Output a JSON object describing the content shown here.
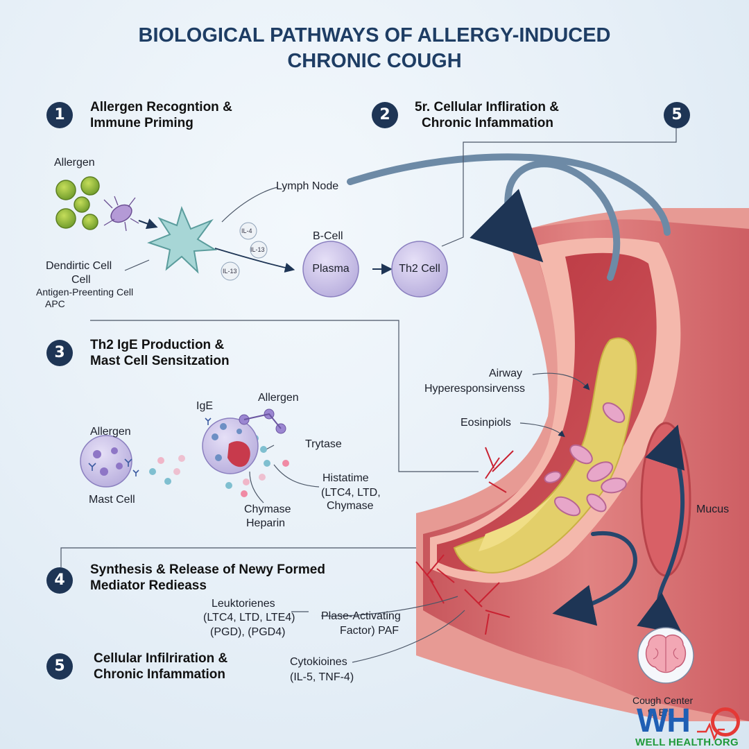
{
  "title": {
    "line1": "BIOLOGICAL PATHWAYS OF ALLERGY-INDUCED",
    "line2": "CHRONIC COUGH"
  },
  "steps": [
    {
      "num": "1",
      "line1": "Allergen Recogntion &",
      "line2": "Immune Priming"
    },
    {
      "num": "2",
      "line1": "5r. Cellular Infliration &",
      "line2": "Chronic Infammation"
    },
    {
      "num": "5"
    },
    {
      "num": "3",
      "line1": "Th2 IgE Production &",
      "line2": "Mast Cell Sensitzation"
    },
    {
      "num": "4",
      "line1": "Synthesis & Release of Newy Formed",
      "line2": "Mediator Redieass"
    },
    {
      "num": "5",
      "line1": "Cellular Infilriration &",
      "line2": "Chronic Infammation"
    }
  ],
  "panel1": {
    "allergen": "Allergen",
    "lymph_node": "Lymph Node",
    "dendritic_l1": "Dendirtic Cell",
    "dendritic_l2": "Cell",
    "apc_l1": "Antigen-Preenting Cell",
    "apc_l2": "APC",
    "il4": "IL-4",
    "il13a": "IL-13",
    "il13b": "IL-13",
    "b_cell": "B-Cell",
    "plasma": "Plasma",
    "th2": "Th2 Cell"
  },
  "panel3": {
    "allergen_left": "Allergen",
    "mast_cell": "Mast Cell",
    "ige": "IgE",
    "allergen_top": "Allergen",
    "trytase": "Trytase",
    "histatime_l1": "Histatime",
    "histatime_l2": "(LTC4, LTD,",
    "histatime_l3": "Chymase",
    "chymase": "Chymase",
    "heparin": "Heparin"
  },
  "panel4": {
    "leuk_l1": "Leuktorienes",
    "leuk_l2": "(LTC4, LTD, LTE4)",
    "leuk_l3": "(PGD), (PGD4)",
    "paf_l1": "Plase-Activating",
    "paf_l2": "Factor) PAF",
    "cyto_l1": "Cytokioines",
    "cyto_l2": "(IL-5, TNF-4)"
  },
  "airway": {
    "hyper_l1": "Airway",
    "hyper_l2": "Hyperesponsirvenss",
    "eosin": "Eosinpiols",
    "mucus": "Mucus",
    "cough_l1": "Cough Center",
    "cough_l2": "to Bra"
  },
  "logo": {
    "letters": "WH",
    "tagline": "WELL HEALTH.ORG"
  },
  "colors": {
    "title": "#1e3d64",
    "badge": "#1e3555",
    "arrow": "#5c7a99",
    "tissue": "#d4646a",
    "mucus": "#e3cf6a",
    "cell": "#c9c0e8"
  }
}
